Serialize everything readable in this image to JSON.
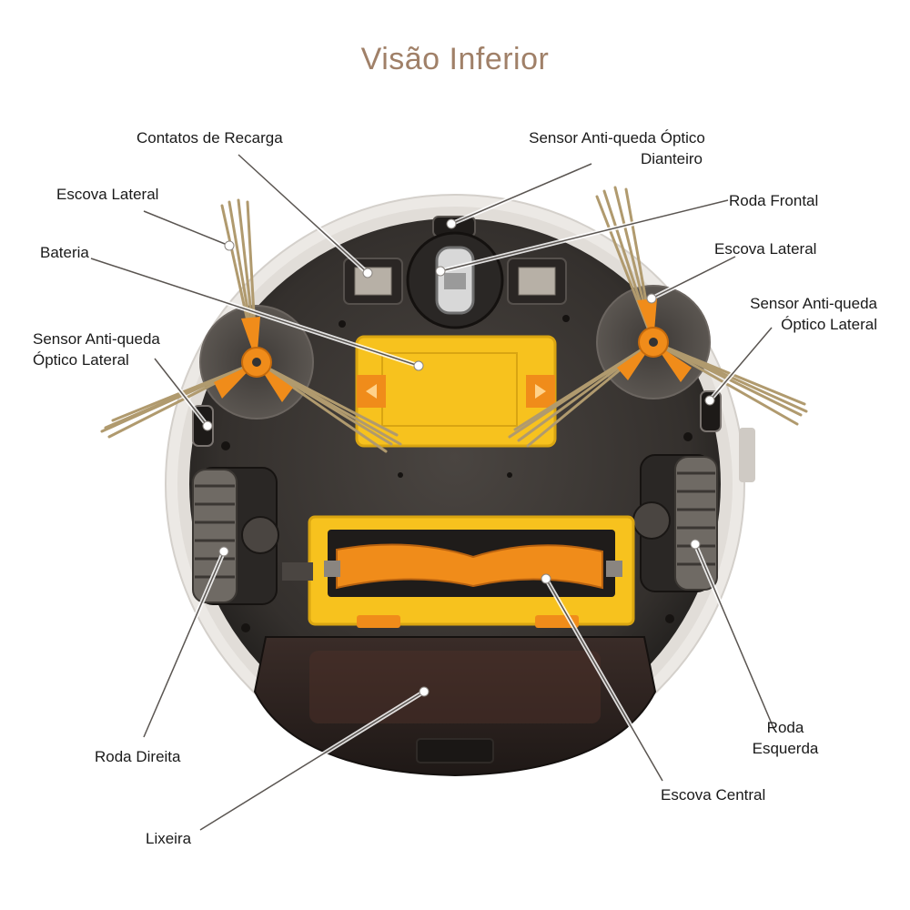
{
  "title": "Visão Inferior",
  "labels": {
    "contatos_recarga": "Contatos de Recarga",
    "sensor_dianteiro_l1": "Sensor Anti-queda Óptico",
    "sensor_dianteiro_l2": "Dianteiro",
    "escova_lateral_esq": "Escova Lateral",
    "roda_frontal": "Roda Frontal",
    "bateria": "Bateria",
    "escova_lateral_dir": "Escova Lateral",
    "sensor_lateral_esq_l1": "Sensor Anti-queda",
    "sensor_lateral_esq_l2": "Óptico Lateral",
    "sensor_lateral_dir_l1": "Sensor Anti-queda",
    "sensor_lateral_dir_l2": "Óptico Lateral",
    "roda_direita": "Roda Direita",
    "roda_esquerda_l1": "Roda",
    "roda_esquerda_l2": "Esquerda",
    "escova_central": "Escova Central",
    "lixeira": "Lixeira"
  },
  "colors": {
    "title": "#a08068",
    "body_shell": "#e9e6e2",
    "body_dark": "#3b3734",
    "accent_yellow": "#f7c21e",
    "accent_orange": "#f08c1a",
    "bristle": "#b09a6e"
  }
}
